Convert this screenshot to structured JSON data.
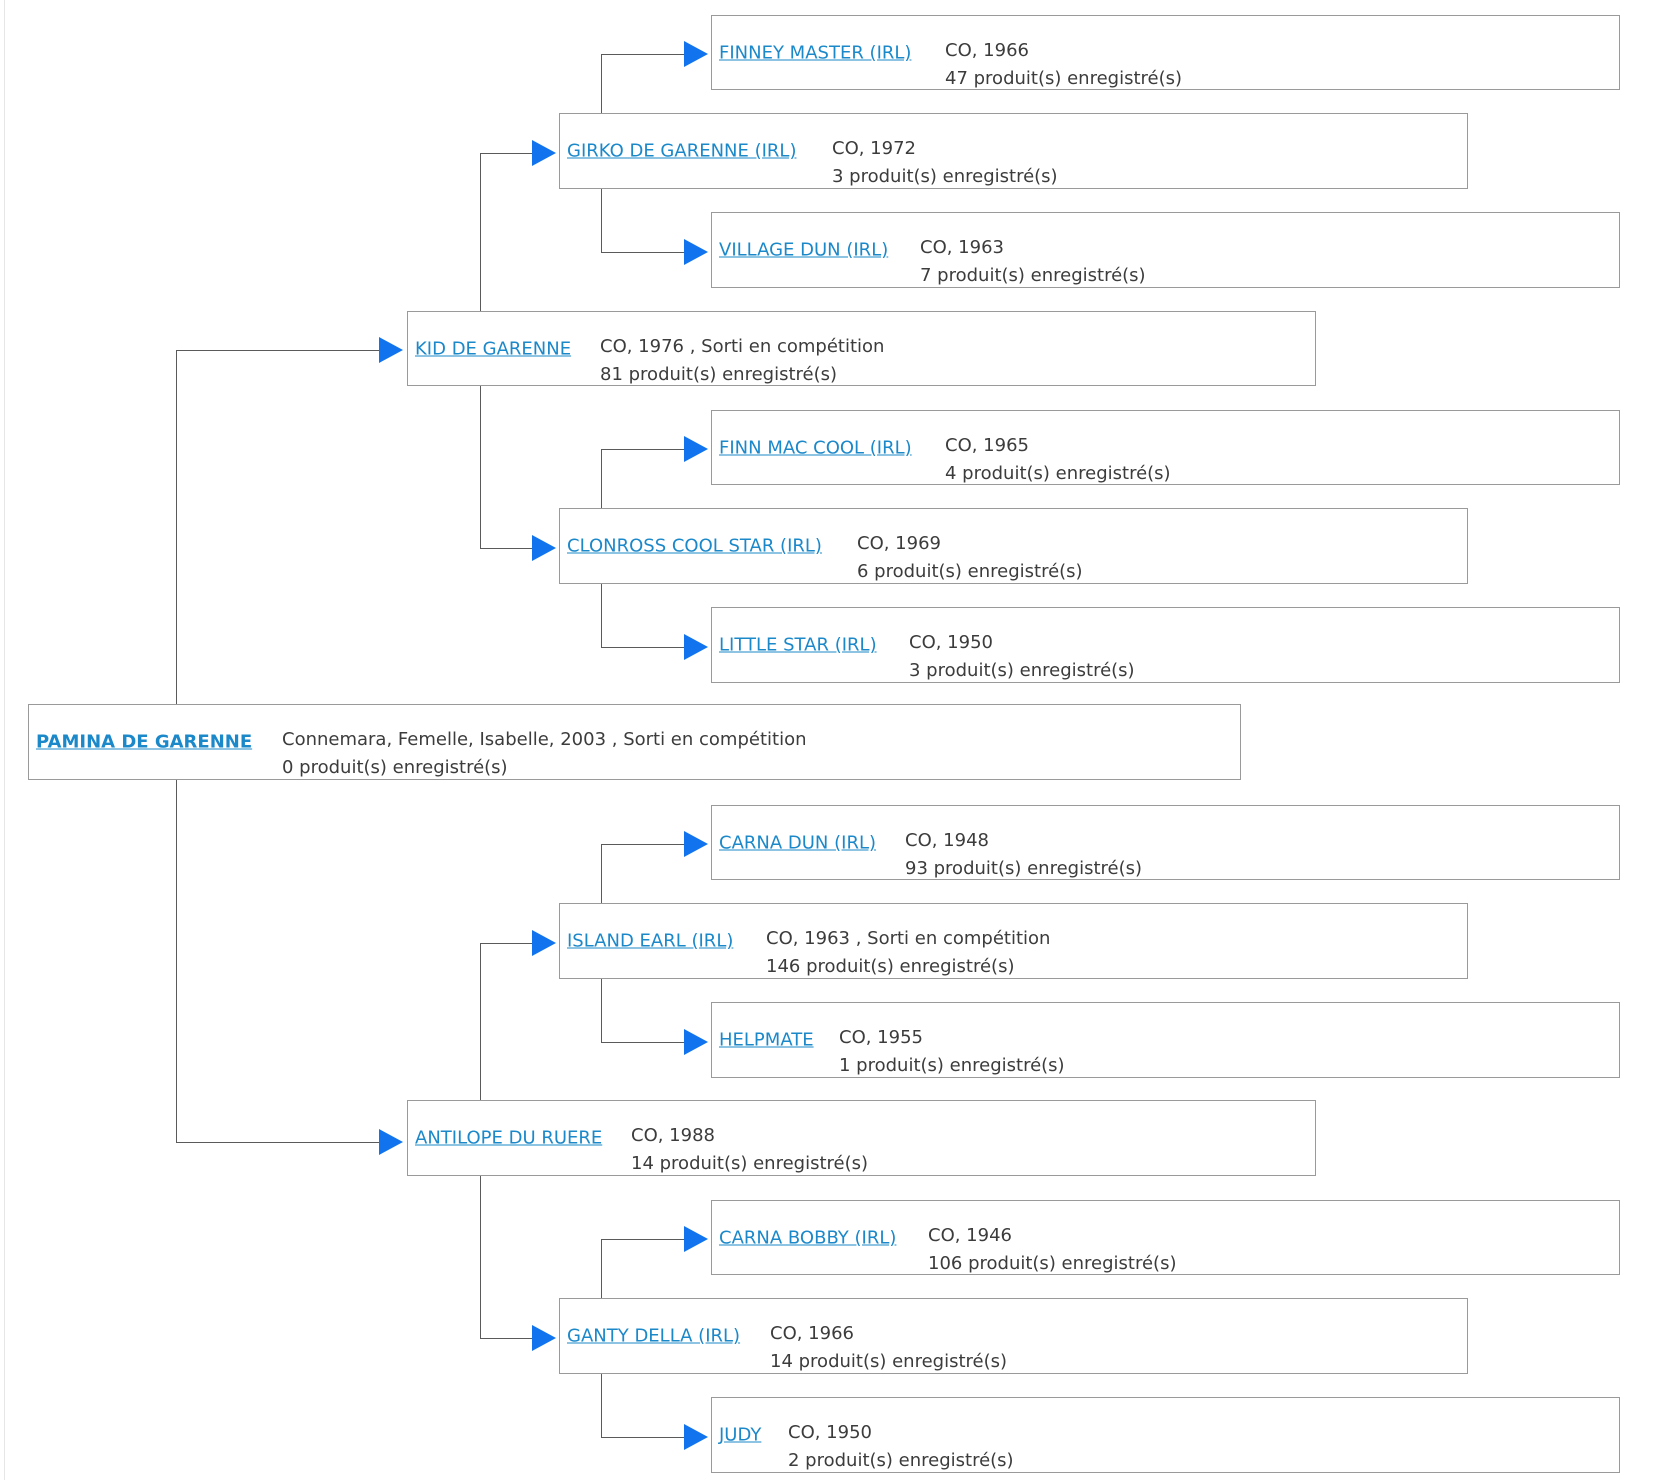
{
  "root": {
    "name": "PAMINA DE GARENNE",
    "info1": "Connemara, Femelle, Isabelle, 2003 , Sorti en compétition",
    "info2": "0 produit(s) enregistré(s)"
  },
  "sire": {
    "name": "KID DE GARENNE",
    "info1": "CO, 1976 , Sorti en compétition",
    "info2": "81 produit(s) enregistré(s)"
  },
  "sire_sire": {
    "name": "GIRKO DE GARENNE (IRL)",
    "info1": "CO, 1972",
    "info2": "3 produit(s) enregistré(s)"
  },
  "sire_sire_sire": {
    "name": "FINNEY MASTER (IRL)",
    "info1": "CO, 1966",
    "info2": "47 produit(s) enregistré(s)"
  },
  "sire_sire_dam": {
    "name": "VILLAGE DUN (IRL)",
    "info1": "CO, 1963",
    "info2": "7 produit(s) enregistré(s)"
  },
  "sire_dam": {
    "name": "CLONROSS COOL STAR (IRL)",
    "info1": "CO, 1969",
    "info2": "6 produit(s) enregistré(s)"
  },
  "sire_dam_sire": {
    "name": "FINN MAC COOL (IRL)",
    "info1": "CO, 1965",
    "info2": "4 produit(s) enregistré(s)"
  },
  "sire_dam_dam": {
    "name": "LITTLE STAR (IRL)",
    "info1": "CO, 1950",
    "info2": "3 produit(s) enregistré(s)"
  },
  "dam": {
    "name": "ANTILOPE DU RUERE",
    "info1": "CO, 1988",
    "info2": "14 produit(s) enregistré(s)"
  },
  "dam_sire": {
    "name": "ISLAND EARL (IRL)",
    "info1": "CO, 1963 , Sorti en compétition",
    "info2": "146 produit(s) enregistré(s)"
  },
  "dam_sire_sire": {
    "name": "CARNA DUN (IRL)",
    "info1": "CO, 1948",
    "info2": "93 produit(s) enregistré(s)"
  },
  "dam_sire_dam": {
    "name": "HELPMATE",
    "info1": "CO, 1955",
    "info2": "1 produit(s) enregistré(s)"
  },
  "dam_dam": {
    "name": "GANTY DELLA (IRL)",
    "info1": "CO, 1966",
    "info2": "14 produit(s) enregistré(s)"
  },
  "dam_dam_sire": {
    "name": "CARNA BOBBY (IRL)",
    "info1": "CO, 1946",
    "info2": "106 produit(s) enregistré(s)"
  },
  "dam_dam_dam": {
    "name": "JUDY",
    "info1": "CO, 1950",
    "info2": "2 produit(s) enregistré(s)"
  },
  "colors": {
    "link": "#1b88ca",
    "arrow": "#1174ee",
    "border": "#9a9a9a",
    "connector": "#5a5a5a",
    "text": "#3c3c3c"
  },
  "icons": {
    "connector_arrow": "arrow-right-icon"
  }
}
